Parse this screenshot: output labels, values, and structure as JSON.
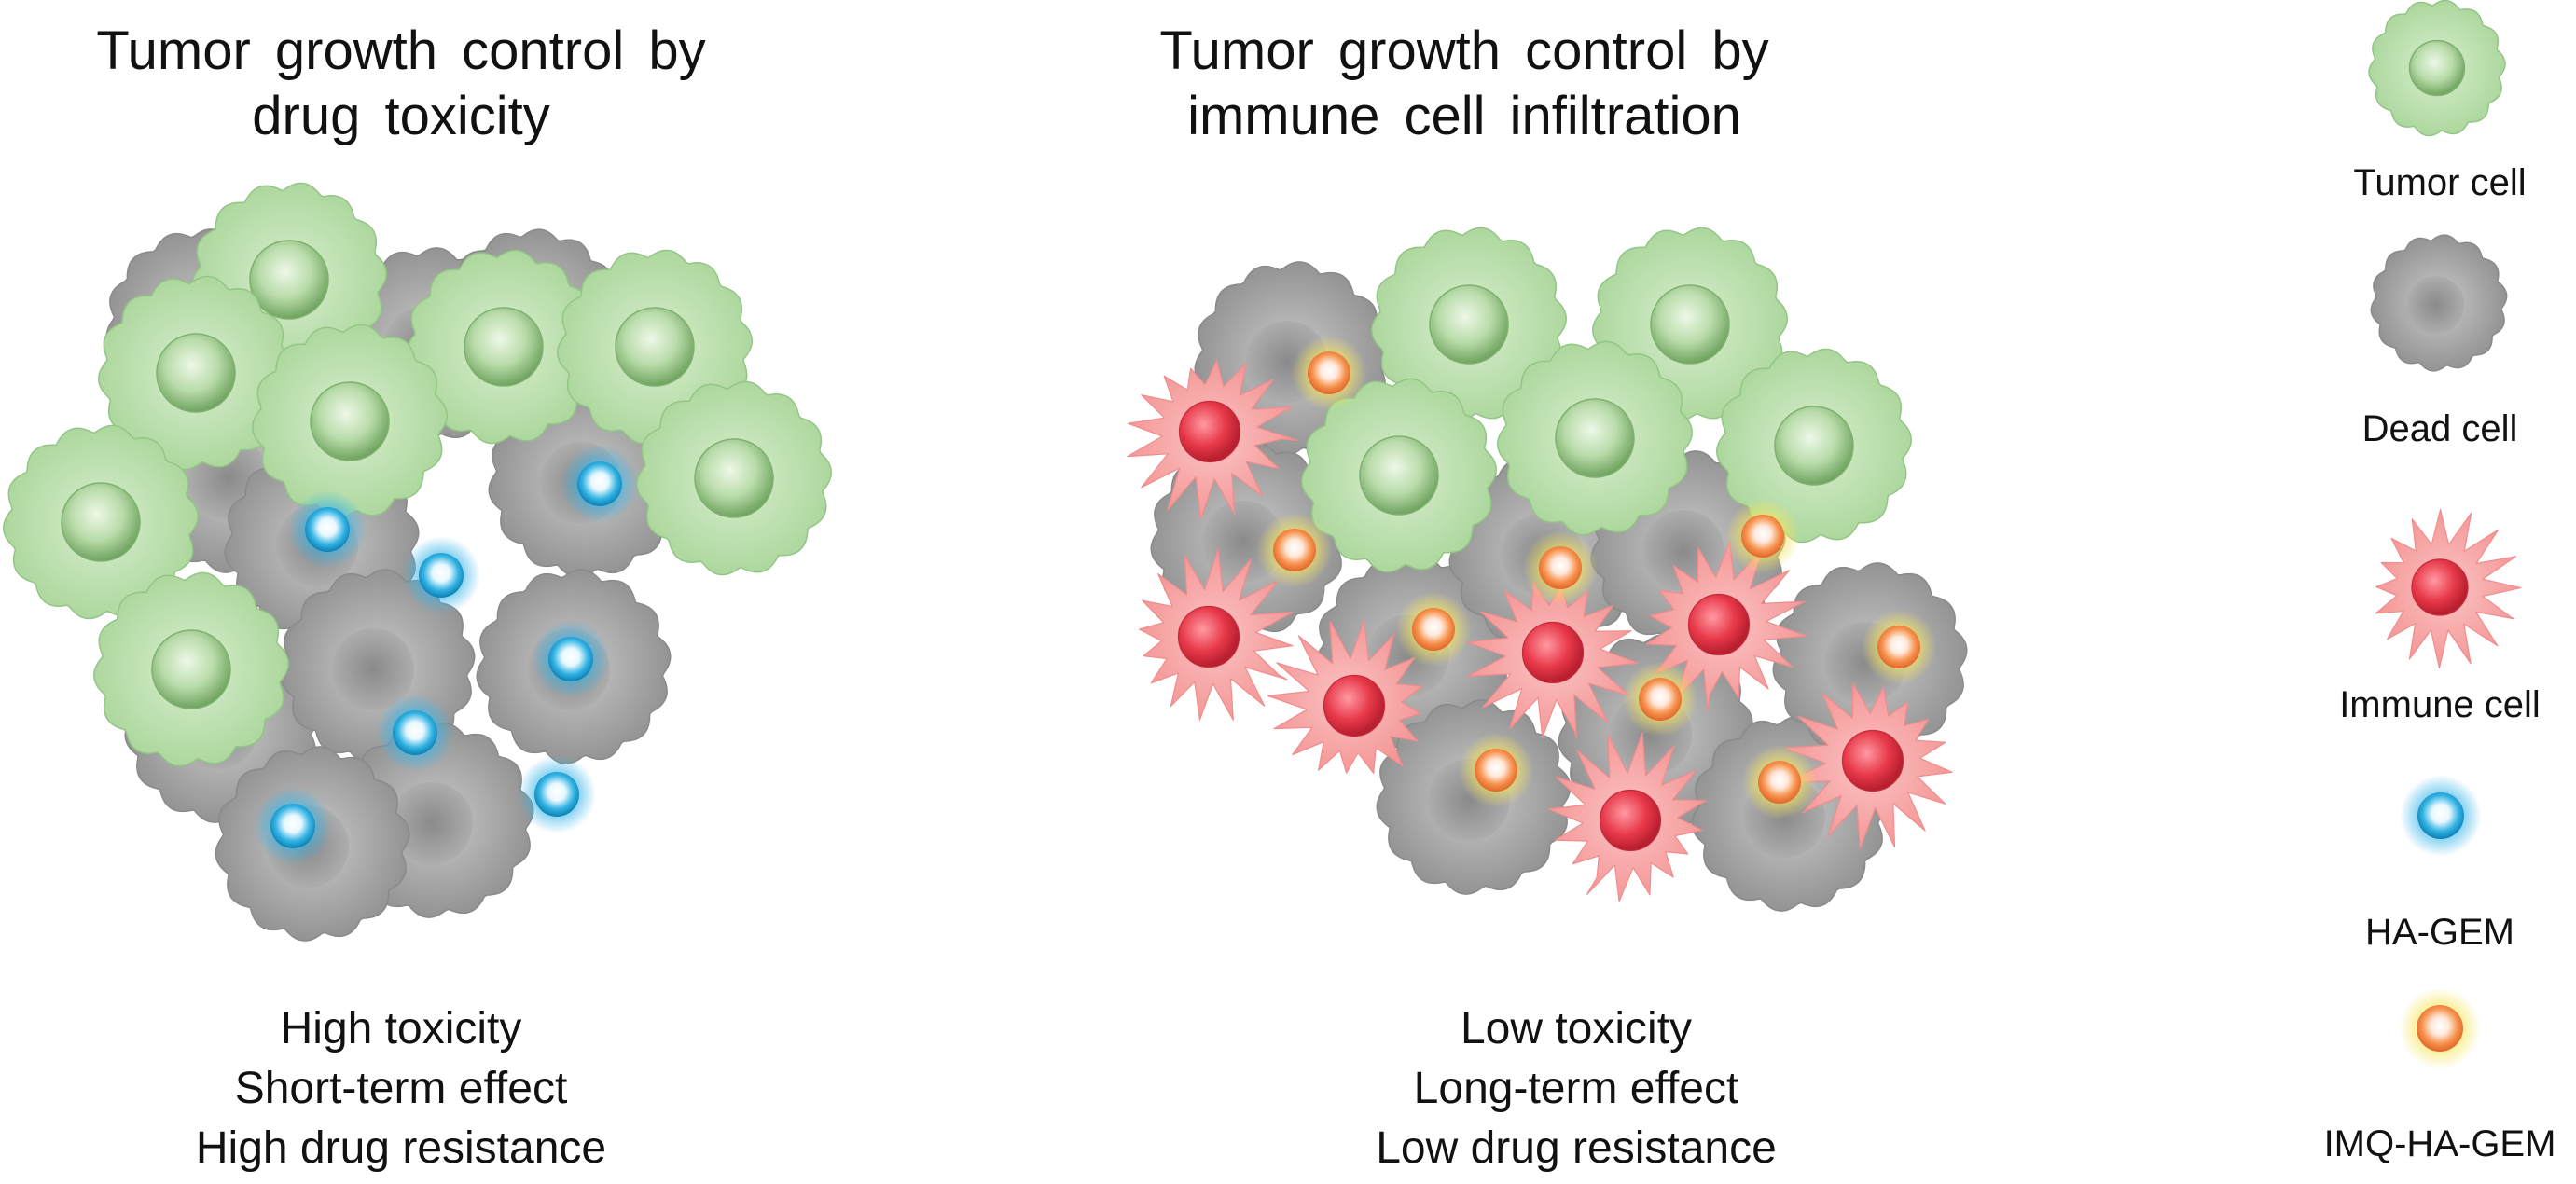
{
  "panels": [
    {
      "title_lines": [
        "Tumor growth control by",
        "drug toxicity"
      ],
      "caption_lines": [
        "High toxicity",
        "Short-term effect",
        "High drug resistance"
      ]
    },
    {
      "title_lines": [
        "Tumor growth control by",
        "immune cell infiltration"
      ],
      "caption_lines": [
        "Low toxicity",
        "Long-term effect",
        "Low drug resistance"
      ]
    }
  ],
  "legend": [
    {
      "label": "Tumor cell",
      "icon": "tumor-cell-icon"
    },
    {
      "label": "Dead cell",
      "icon": "dead-cell-icon"
    },
    {
      "label": "Immune cell",
      "icon": "immune-cell-icon"
    },
    {
      "label": "HA-GEM",
      "icon": "ha-gem-particle-icon"
    },
    {
      "label": "IMQ-HA-GEM",
      "icon": "imq-ha-gem-particle-icon"
    }
  ],
  "colors": {
    "tumor": "#b7dca8",
    "dead": "#9c9c9c",
    "immune": "#f7a1a1",
    "ha_gem": "#1aa5d8",
    "imq_ha_gem": "#f2a14a"
  }
}
